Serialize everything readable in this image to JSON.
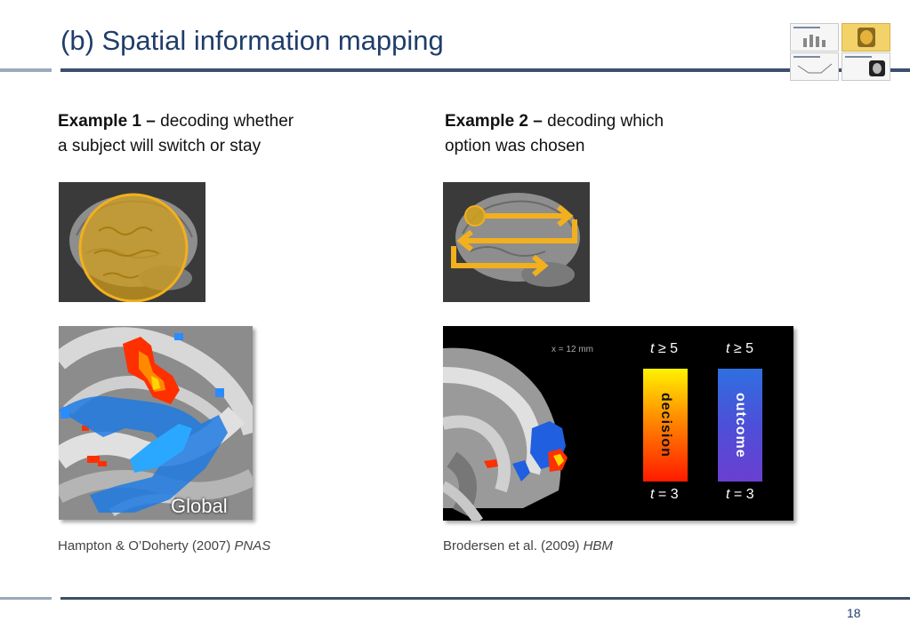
{
  "slide": {
    "title": "(b)  Spatial information mapping",
    "page_number": "18"
  },
  "example1": {
    "label_bold": "Example 1 –",
    "label_line1": " decoding whether",
    "label_line2": "a subject will switch or stay",
    "overlay_label": "Global",
    "citation_authors": "Hampton & O’Doherty (2007) ",
    "citation_journal": "PNAS"
  },
  "example2": {
    "label_bold": "Example 2 –",
    "label_line1": " decoding which",
    "label_line2": "option was chosen",
    "slice_label": "x = 12 mm",
    "decision_top": "≥ 5",
    "outcome_top": "≥ 5",
    "decision_bottom": "= 3",
    "outcome_bottom": "= 3",
    "t_symbol": "t",
    "decision_label": "decision",
    "outcome_label": "outcome",
    "citation_authors": "Brodersen et al. (2009) ",
    "citation_journal": "HBM"
  },
  "colors": {
    "title": "#1f3d6b",
    "highlight_gold": "#f2b01e",
    "activation_hot": "#ff3000",
    "activation_cool": "#2a8cff"
  },
  "icons": [
    "brain-sphere-icon",
    "searchlight-arrows-icon"
  ]
}
